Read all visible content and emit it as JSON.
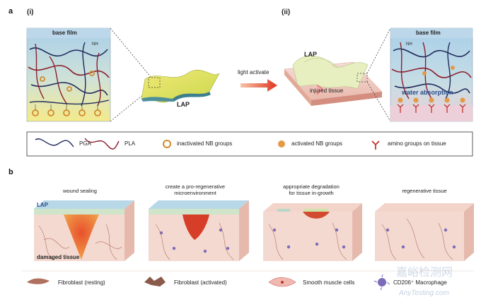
{
  "panel_a": {
    "letter": "a",
    "sub_i": "(i)",
    "sub_ii": "(ii)",
    "base_film_left": "base film",
    "base_film_right": "base film",
    "lap_center": "LAP",
    "lap_right": "LAP",
    "arrow_label": "light activate",
    "injured_tissue": "injured tissue",
    "water_absorption": "water absorption",
    "chem_nh_left": "NH",
    "chem_nh_right": "NH"
  },
  "legend_a": {
    "pga": "PGA",
    "pla": "PLA",
    "inactivated": "inactivated NB groups",
    "activated": "activated NB groups",
    "amino": "amino groups on tissue"
  },
  "panel_b": {
    "letter": "b",
    "stage1": "wound sealing",
    "stage2_line1": "create  a pro-regenerative",
    "stage2_line2": "microenvironment",
    "stage3_line1": "appropriate degradation",
    "stage3_line2": "for tissue in-growth",
    "stage4": "regenerative tissue",
    "lap": "LAP",
    "damaged": "damaged tissue"
  },
  "legend_b": {
    "fib_rest": "Fibroblast (resting)",
    "fib_act": "Fibroblast (activated)",
    "smc": "Smooth muscle cells",
    "macro": "CD206⁺ Macrophage"
  },
  "watermark": {
    "cn": "嘉峪检测网",
    "en": "AnyTesting.com"
  },
  "colors": {
    "pga": "#1f2a5a",
    "pla": "#8b1e2e",
    "nb_ring": "#d48a2a",
    "nb_fill": "#e39a44",
    "amino": "#c2332e",
    "film_blue": "#9fc8e6",
    "film_yellow": "#f2e68a",
    "tissue_pink": "#f3d6cf",
    "wound_red": "#d0402a"
  }
}
